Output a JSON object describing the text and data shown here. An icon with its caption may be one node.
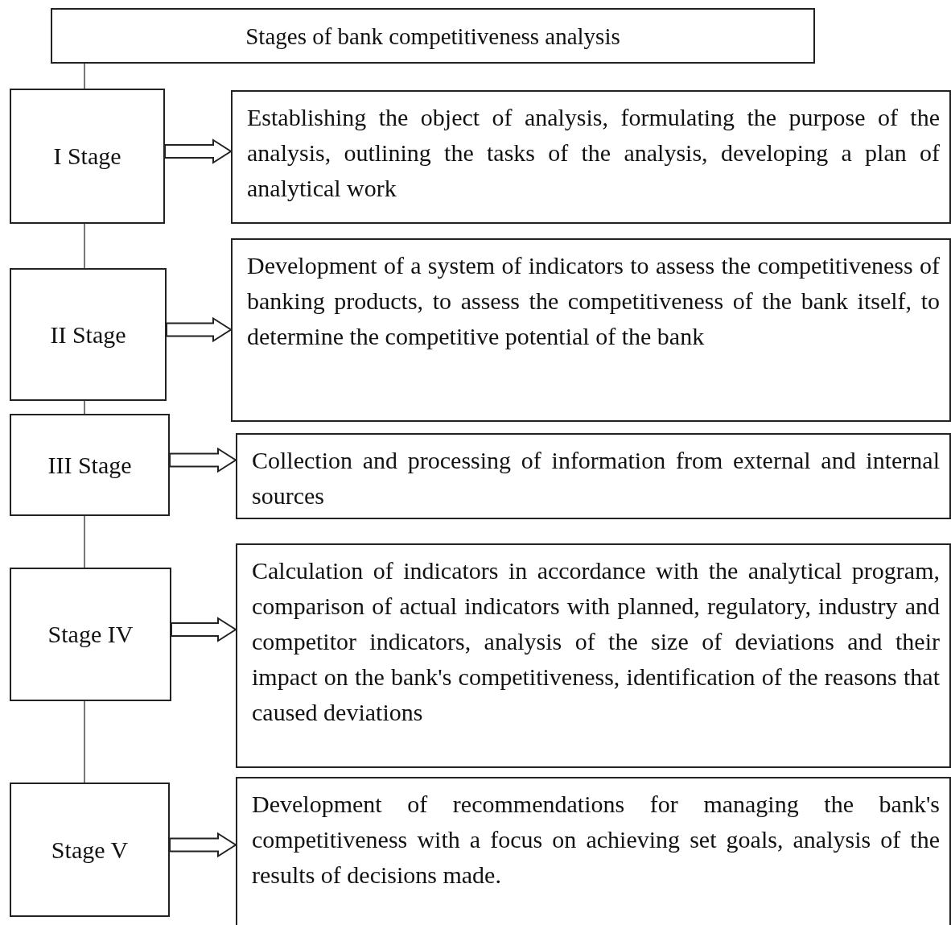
{
  "diagram": {
    "nodes": [
      {
        "text": [
          "Stages of bank competitiveness analysis"
        ]
      },
      {
        "text": [
          "I Stage"
        ]
      },
      {
        "text": [
          "Establishing the object of analysis, formulating the purpose of the analysis, outlining the tasks of the analysis, developing a plan of analytical work"
        ]
      },
      {
        "text": [
          "II Stage"
        ]
      },
      {
        "text": [
          "Development of a system of indicators to assess the competitiveness of banking products, to assess the competitiveness of the bank itself, to determine the competitive potential of the bank"
        ]
      },
      {
        "text": [
          "III Stage"
        ]
      },
      {
        "text": [
          "Collection and processing of information from external and internal sources"
        ]
      },
      {
        "text": [
          "Stage IV"
        ]
      },
      {
        "text": [
          "Calculation of indicators in accordance with the analytical program, comparison of actual indicators with planned, regulatory, industry and competitor indicators, analysis of the size of deviations and their impact on the bank's competitiveness, identification of the reasons that caused deviations"
        ]
      },
      {
        "text": [
          "Stage V"
        ]
      },
      {
        "text": [
          "Development of recommendations for managing the bank's competitiveness with a focus on achieving set goals, analysis of the results of decisions made."
        ]
      }
    ],
    "edges": [
      {
        "from": 0,
        "to": 1,
        "arrow": "none"
      },
      {
        "from": 1,
        "to": 3,
        "arrow": "none"
      },
      {
        "from": 3,
        "to": 5,
        "arrow": "none"
      },
      {
        "from": 5,
        "to": 7,
        "arrow": "none"
      },
      {
        "from": 7,
        "to": 9,
        "arrow": "none"
      },
      {
        "from": 1,
        "to": 2,
        "arrow": "to"
      },
      {
        "from": 3,
        "to": 4,
        "arrow": "to"
      },
      {
        "from": 5,
        "to": 6,
        "arrow": "to"
      },
      {
        "from": 7,
        "to": 8,
        "arrow": "to"
      },
      {
        "from": 9,
        "to": 10,
        "arrow": "to"
      }
    ]
  }
}
